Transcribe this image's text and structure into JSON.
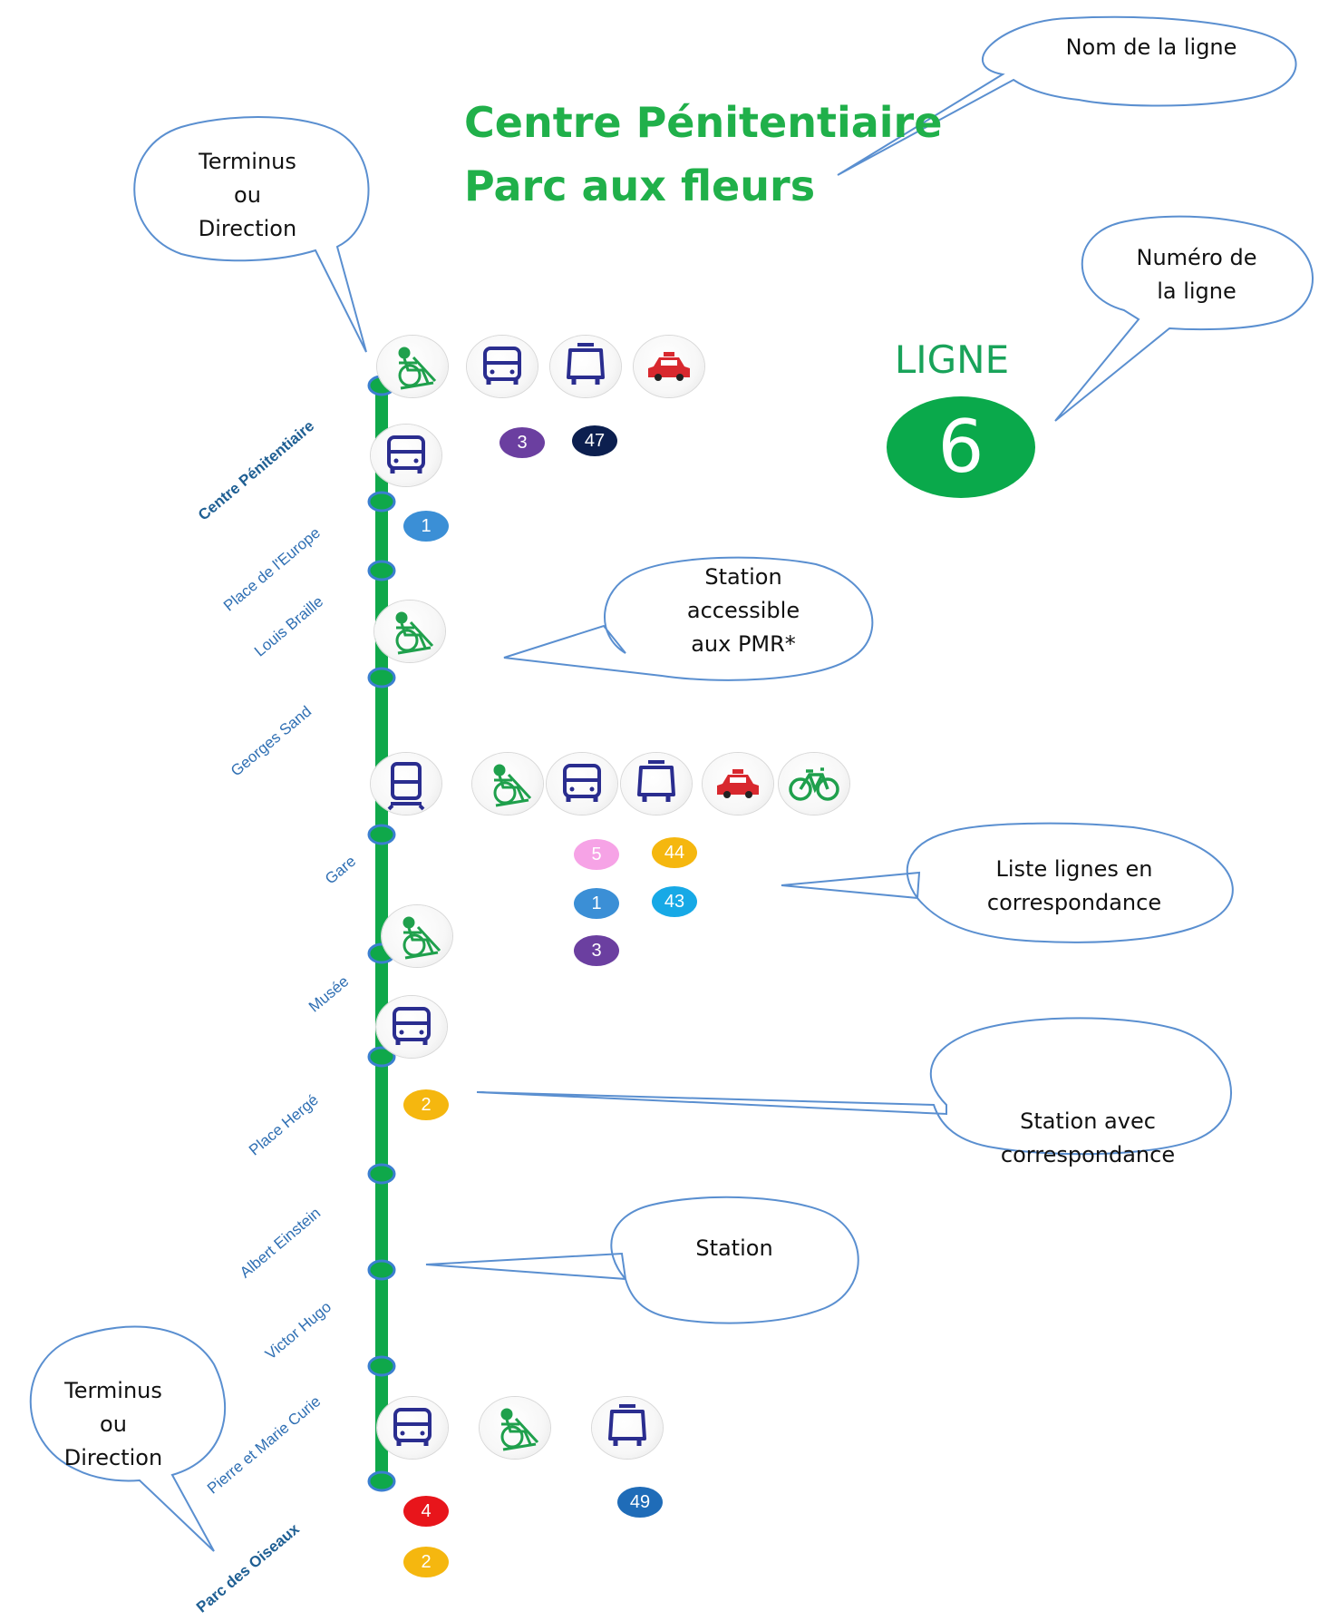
{
  "line": {
    "name_lines": [
      "Centre Pénitentiaire",
      "Parc aux fleurs"
    ],
    "label": "LIGNE",
    "number": "6"
  },
  "callouts": {
    "nom": [
      "Nom de la ligne"
    ],
    "terminus_top": [
      "Terminus",
      "ou",
      "Direction"
    ],
    "numero": [
      "Numéro de",
      "la ligne"
    ],
    "pmr": [
      "Station",
      "accessible",
      "aux PMR*"
    ],
    "liste": [
      "Liste lignes en",
      "correspondance"
    ],
    "correspondance": [
      "Station avec",
      "correspondance"
    ],
    "station": [
      "Station"
    ],
    "terminus_bottom": [
      "Terminus",
      "ou",
      "Direction"
    ]
  },
  "colors": {
    "line": "#0fa84a",
    "title": "#20b04a",
    "stop_label": "#2f6fb3",
    "callout_stroke": "#5a8fd0"
  },
  "stops": [
    {
      "name": "Centre Pénitentiaire",
      "terminus": true,
      "icons": [
        "wheelchair-icon",
        "bus-icon",
        "coach-icon",
        "taxi-icon"
      ],
      "badges": [
        {
          "text": "3",
          "color": "#6b3fa0"
        },
        {
          "text": "47",
          "color": "#0c1f4f"
        }
      ]
    },
    {
      "name": "Place de l'Europe",
      "terminus": false,
      "icons": [
        "bus-icon"
      ],
      "badges": [
        {
          "text": "1",
          "color": "#3b8fd6"
        }
      ]
    },
    {
      "name": "Louis Braille",
      "terminus": false,
      "icons": [],
      "badges": []
    },
    {
      "name": "Georges Sand",
      "terminus": false,
      "icons": [
        "wheelchair-icon"
      ],
      "badges": []
    },
    {
      "name": "Gare",
      "terminus": false,
      "icons": [
        "tram-icon",
        "wheelchair-icon",
        "bus-icon",
        "coach-icon",
        "taxi-icon",
        "bicycle-icon"
      ],
      "badges": [
        {
          "text": "5",
          "color": "#f6a3e6"
        },
        {
          "text": "44",
          "color": "#f5b70f"
        },
        {
          "text": "1",
          "color": "#3b8fd6"
        },
        {
          "text": "43",
          "color": "#17a9e6"
        },
        {
          "text": "3",
          "color": "#6b3fa0"
        }
      ]
    },
    {
      "name": "Musée",
      "terminus": false,
      "icons": [
        "wheelchair-icon"
      ],
      "badges": []
    },
    {
      "name": "Place Hergé",
      "terminus": false,
      "icons": [
        "bus-icon"
      ],
      "badges": [
        {
          "text": "2",
          "color": "#f5b70f"
        }
      ]
    },
    {
      "name": "Albert Einstein",
      "terminus": false,
      "icons": [],
      "badges": []
    },
    {
      "name": "Victor Hugo",
      "terminus": false,
      "icons": [],
      "badges": []
    },
    {
      "name": "Pierre et Marie Curie",
      "terminus": false,
      "icons": [],
      "badges": []
    },
    {
      "name": "Parc des Oiseaux",
      "terminus": true,
      "icons": [
        "bus-icon",
        "wheelchair-icon",
        "coach-icon"
      ],
      "badges": [
        {
          "text": "4",
          "color": "#e8151b"
        },
        {
          "text": "49",
          "color": "#1f6cb8"
        },
        {
          "text": "2",
          "color": "#f5b70f"
        }
      ]
    }
  ]
}
